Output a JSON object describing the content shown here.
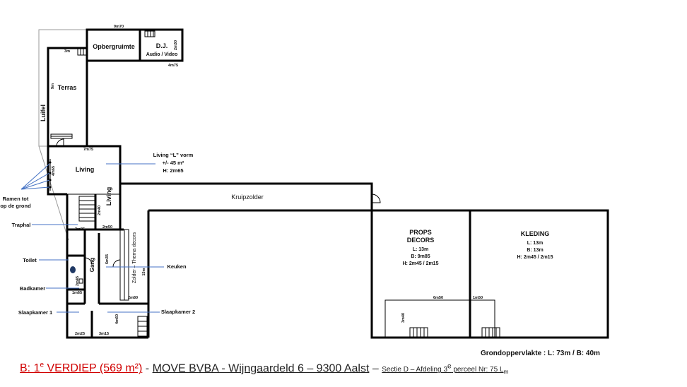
{
  "rooms": {
    "opbergruimte": "Opbergruimte",
    "dj": "D.J.",
    "dj_sub": "Audio / Video",
    "terras": "Terras",
    "luifel": "Luifel",
    "living": "Living",
    "living_vertical": "Living",
    "gang": "Gang",
    "zolder": "Zolder – Thema decors",
    "kruipzolder": "Kruipzolder",
    "props": "PROPS",
    "decors": "DECORS",
    "kleding": "KLEDING"
  },
  "room_specs": {
    "props": [
      "L: 13m",
      "B: 9m85",
      "H: 2m45 / 2m15"
    ],
    "kleding": [
      "L: 13m",
      "B: 13m",
      "H: 2m45 / 2m15"
    ]
  },
  "callouts": {
    "living_l": [
      "Living “L” vorm",
      "+/- 45 m²",
      "H: 2m65"
    ],
    "ramen": [
      "Ramen tot",
      "op de grond"
    ],
    "traphal": "Traphal",
    "toilet": "Toilet",
    "badkamer": "Badkamer",
    "slaapkamer1": "Slaapkamer 1",
    "keuken": "Keuken",
    "slaapkamer2": "Slaapkamer 2"
  },
  "dimensions": {
    "top_width": "9m70",
    "dj_height": "2m30",
    "dj_width": "4m75",
    "terras_width": "3m",
    "terras_height": "9m",
    "living_width": "7m75",
    "living_height": "4m65",
    "living_inner": "2m50",
    "stair_height": "2m40",
    "traphal_width": "2m85",
    "gang_length": "6m35",
    "zolder_length": "15m",
    "bath_height": "2m45",
    "bath_width": "1m65",
    "room2_width": "2m80",
    "room2_height": "4m60",
    "room1_width": "2m25",
    "room2b_width": "3m15",
    "props_bottom": "6m50",
    "props_side": "3m40",
    "kleding_bottom": "1m50"
  },
  "summary": "Grondoppervlakte : L: 73m / B: 40m",
  "footer": {
    "floor_label": "B: 1",
    "floor_sup": "e",
    "floor_rest": " VERDIEP (569 m²)",
    "company": "MOVE BVBA  - Wijngaardeld 6 – 9300 Aalst",
    "cadastre_pre": "Sectie D – Afdeling 3",
    "cadastre_sup": "e",
    "cadastre_post": " perceel Nr: 75 L",
    "cadastre_end": "m"
  }
}
